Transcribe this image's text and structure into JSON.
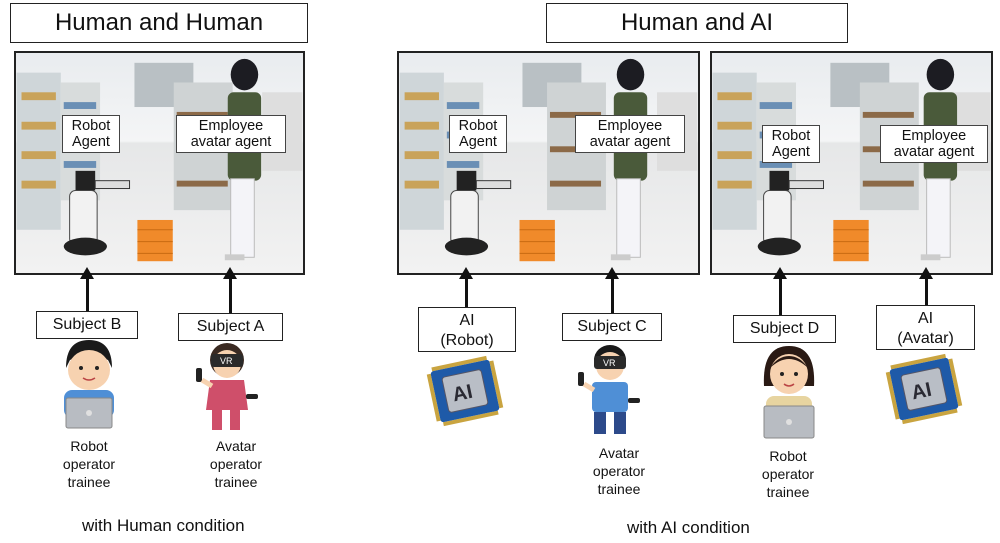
{
  "headers": {
    "human": "Human and Human",
    "ai": "Human and AI"
  },
  "scene_labels": {
    "robot_line1": "Robot",
    "robot_line2": "Agent",
    "employee_line1": "Employee",
    "employee_line2": "avatar agent"
  },
  "operators": {
    "subject_a": "Subject A",
    "subject_b": "Subject B",
    "subject_c": "Subject C",
    "subject_d": "Subject D",
    "ai_robot_line1": "AI",
    "ai_robot_line2": "(Robot)",
    "ai_avatar_line1": "AI",
    "ai_avatar_line2": "(Avatar)"
  },
  "chip_label": "AI",
  "vr_label": "VR",
  "captions": {
    "robot": [
      "Robot",
      "operator",
      "trainee"
    ],
    "avatar": [
      "Avatar",
      "operator",
      "trainee"
    ]
  },
  "conditions": {
    "human": "with Human condition",
    "ai": "with AI condition"
  },
  "colors": {
    "basket": "#f08a2a",
    "avatar_jacket": "#4a5a3a",
    "chip": "#1e5aa8"
  }
}
